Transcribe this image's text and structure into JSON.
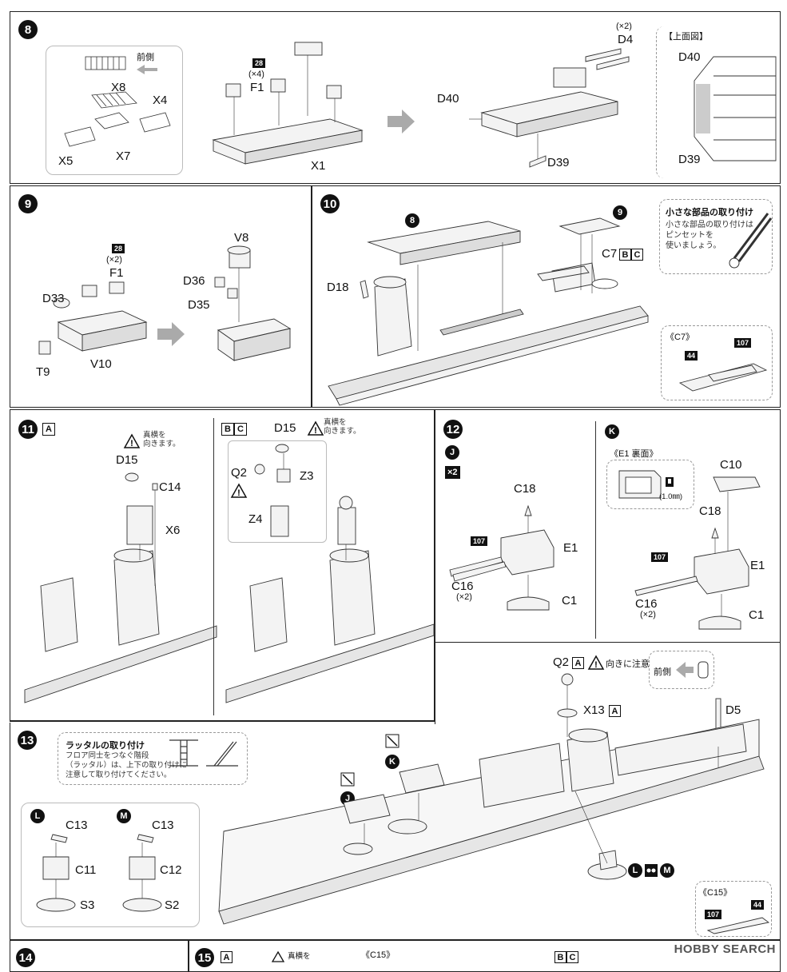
{
  "watermark": "HOBBY SEARCH",
  "steps": {
    "s8": {
      "number": "8",
      "inset_labels": {
        "x8": "X8",
        "front": "前側",
        "x4": "X4",
        "x5": "X5",
        "x7": "X7"
      },
      "f1_badge": "28",
      "f1_qty": "(×4)",
      "f1": "F1",
      "x1": "X1",
      "d4_qty": "(×2)",
      "d4": "D4",
      "d40": "D40",
      "d39": "D39",
      "top_view_title": "【上面図】",
      "top_d40": "D40",
      "top_d39": "D39"
    },
    "s9": {
      "number": "9",
      "f1_badge": "28",
      "f1_qty": "(×2)",
      "f1": "F1",
      "d33": "D33",
      "t9": "T9",
      "v10": "V10",
      "v8": "V8",
      "d36": "D36",
      "d35": "D35"
    },
    "s10": {
      "number": "10",
      "ref8": "8",
      "ref9": "9",
      "c7": "C7",
      "c7_b": "B",
      "c7_c": "C",
      "d18": "D18",
      "tip_title": "小さな部品の取り付け",
      "tip_body": "小さな部品の取り付けは\nピンセットを\n使いましょう。",
      "c7_detail_title": "《C7》",
      "badge44": "44",
      "badge107": "107"
    },
    "s11": {
      "number": "11",
      "variant_a": "A",
      "warn_a": "真横を\n向きます。",
      "d15": "D15",
      "c14": "C14",
      "x6": "X6",
      "variant_b": "B",
      "variant_c": "C",
      "d15_bc": "D15",
      "warn_bc": "真横を\n向きます。",
      "q2": "Q2",
      "z3": "Z3",
      "z4": "Z4"
    },
    "s12": {
      "number": "12",
      "j": "J",
      "x2": "×2",
      "c18": "C18",
      "e1": "E1",
      "c16": "C16",
      "c16_qty": "(×2)",
      "c1": "C1",
      "badge107": "107",
      "k": "K",
      "e1_rear_title": "《E1 裏面》",
      "drill": "(1.0㎜)",
      "c10": "C10",
      "c18_k": "C18",
      "e1_k": "E1",
      "c16_k": "C16",
      "c16_k_qty": "(×2)",
      "c1_k": "C1",
      "badge107_k": "107"
    },
    "s13": {
      "number": "13",
      "ladder_title": "ラッタルの取り付け",
      "ladder_body": "フロア同士をつなぐ階段\n（ラッタル）は、上下の取り付けに\n注意して取り付けてください。",
      "l": "L",
      "m": "M",
      "c13_l": "C13",
      "c11": "C11",
      "s3": "S3",
      "c13_m": "C13",
      "c12": "C12",
      "s2": "S2",
      "q2": "Q2",
      "q2_variant": "A",
      "orient_note": "向きに注意",
      "front": "前側",
      "x13": "X13",
      "x13_variant": "A",
      "d5": "D5",
      "k": "K",
      "j": "J",
      "lm_join_l": "L",
      "lm_join_m": "M",
      "c15_title": "《C15》",
      "badge107": "107",
      "badge44": "44"
    },
    "s14": {
      "number": "14"
    },
    "s15": {
      "number": "15",
      "variant_a": "A",
      "warn": "真横を",
      "c15_title": "《C15》",
      "variant_b": "B",
      "variant_c": "C"
    }
  }
}
